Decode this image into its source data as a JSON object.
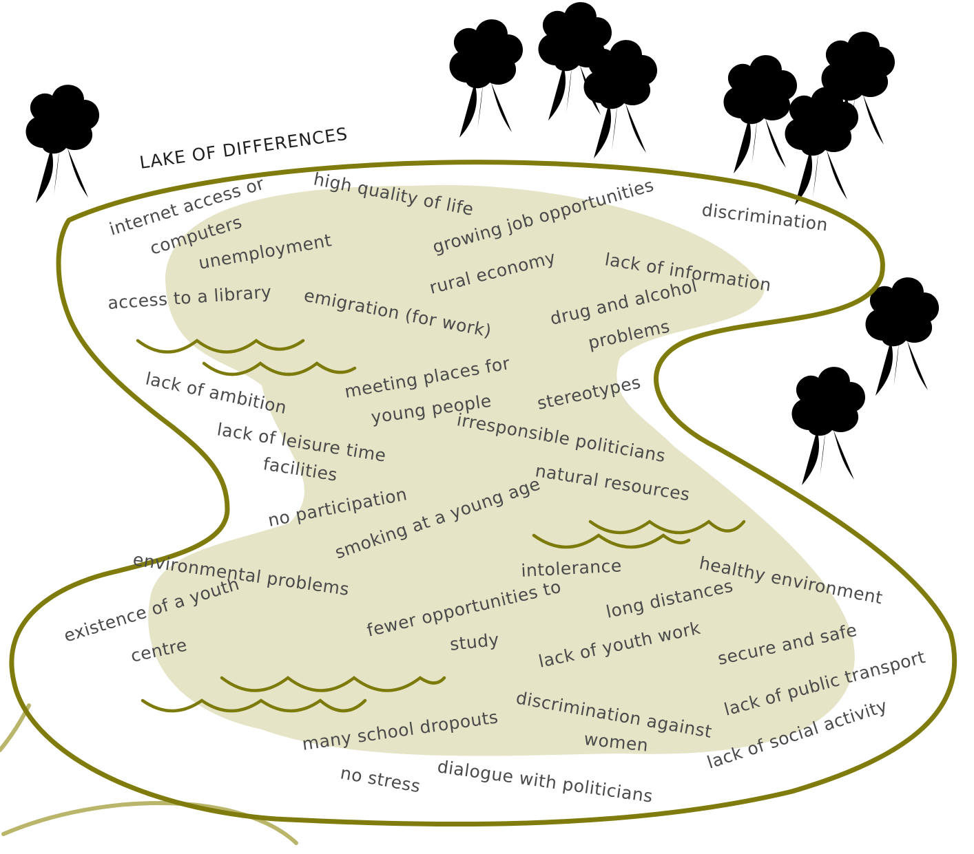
{
  "title": "LAKE OF DIFFERENCES",
  "colors": {
    "shore": "#7f7c0d",
    "water": "#e5e4c6",
    "trees": "#8c8a10",
    "text": "#4a4a4a"
  },
  "labels": {
    "internet_access_1": "internet access or",
    "internet_access_2": "computers",
    "high_quality": "high quality of life",
    "growing_jobs": "growing job opportunities",
    "discrimination": "discrimination",
    "unemployment": "unemployment",
    "rural_economy": "rural economy",
    "lack_information": "lack of information",
    "library": "access to a library",
    "emigration": "emigration (for work)",
    "drug_alcohol_1": "drug and alcohol",
    "drug_alcohol_2": "problems",
    "lack_ambition": "lack of ambition",
    "meeting_places_1": "meeting places for",
    "meeting_places_2": "young people",
    "stereotypes": "stereotypes",
    "leisure_1": "lack of leisure time",
    "leisure_2": "facilities",
    "irresponsible": "irresponsible politicians",
    "natural_resources": "natural resources",
    "no_participation": "no participation",
    "smoking": "smoking at a young age",
    "environmental": "environmental problems",
    "intolerance": "intolerance",
    "healthy_env": "healthy environment",
    "youth_centre_1": "existence of a youth",
    "youth_centre_2": "centre",
    "fewer_study_1": "fewer opportunities to",
    "fewer_study_2": "study",
    "long_distances": "long distances",
    "lack_youth_work": "lack of youth work",
    "secure_safe": "secure and safe",
    "public_transport": "lack of public transport",
    "discrim_women_1": "discrimination against",
    "discrim_women_2": "women",
    "school_dropouts": "many school dropouts",
    "social_activity": "lack of social activity",
    "no_stress": "no stress",
    "dialogue": "dialogue with politicians"
  }
}
